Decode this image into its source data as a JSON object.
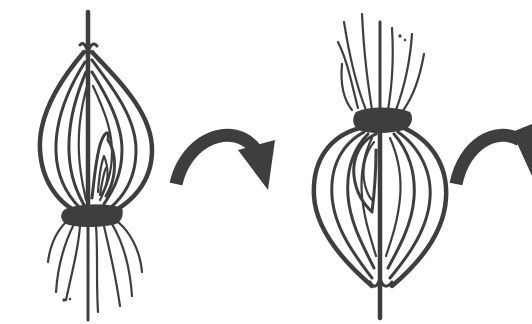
{
  "figure": {
    "panels": [
      {
        "id": "upright-bulb",
        "orientation": "upright"
      },
      {
        "id": "inverted-bulb",
        "orientation": "inverted"
      }
    ],
    "arrows": [
      {
        "id": "arrow-1",
        "direction": "clockwise-down"
      },
      {
        "id": "arrow-2",
        "direction": "clockwise-down",
        "cropped": true
      }
    ],
    "colors": {
      "ink": "#3e3e3e",
      "background": "#ffffff"
    }
  }
}
